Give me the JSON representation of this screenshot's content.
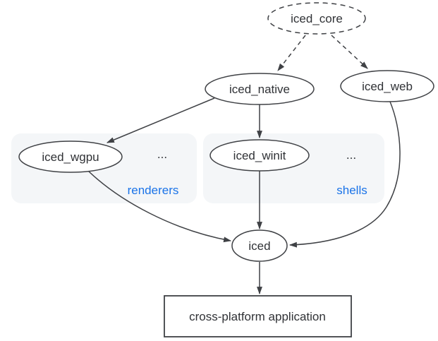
{
  "diagram": {
    "nodes": {
      "iced_core": {
        "label": "iced_core",
        "shape": "dashed-ellipse"
      },
      "iced_native": {
        "label": "iced_native",
        "shape": "ellipse"
      },
      "iced_web": {
        "label": "iced_web",
        "shape": "ellipse"
      },
      "iced_wgpu": {
        "label": "iced_wgpu",
        "shape": "ellipse",
        "cluster": "renderers"
      },
      "iced_winit": {
        "label": "iced_winit",
        "shape": "ellipse",
        "cluster": "shells"
      },
      "iced": {
        "label": "iced",
        "shape": "ellipse"
      },
      "application": {
        "label": "cross-platform application",
        "shape": "rect"
      }
    },
    "clusters": {
      "renderers": {
        "label": "renderers",
        "ellipsis": "..."
      },
      "shells": {
        "label": "shells",
        "ellipsis": "..."
      }
    },
    "edges": [
      {
        "from": "iced_core",
        "to": "iced_native",
        "style": "dashed"
      },
      {
        "from": "iced_core",
        "to": "iced_web",
        "style": "dashed"
      },
      {
        "from": "iced_native",
        "to": "iced_wgpu",
        "style": "solid"
      },
      {
        "from": "iced_native",
        "to": "iced_winit",
        "style": "solid"
      },
      {
        "from": "iced_wgpu",
        "to": "iced",
        "style": "solid"
      },
      {
        "from": "iced_winit",
        "to": "iced",
        "style": "solid"
      },
      {
        "from": "iced_web",
        "to": "iced",
        "style": "solid"
      },
      {
        "from": "iced",
        "to": "application",
        "style": "solid"
      }
    ],
    "colors": {
      "stroke": "#3f4145",
      "text": "#303236",
      "cluster_fill": "#f4f6f8",
      "cluster_label": "#1a73e8",
      "background": "#ffffff"
    }
  }
}
